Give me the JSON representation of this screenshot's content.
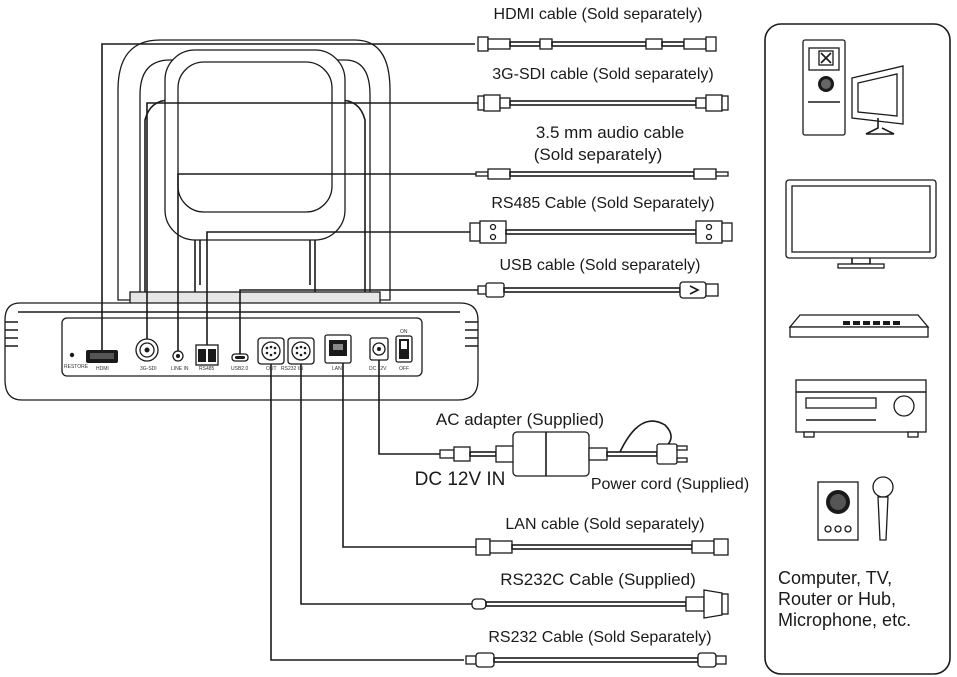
{
  "cables": {
    "hdmi": "HDMI cable (Sold separately)",
    "sdi": "3G-SDI cable (Sold separately)",
    "audio_line1": "3.5 mm audio cable",
    "audio_line2": "(Sold separately)",
    "rs485": "RS485 Cable (Sold Separately)",
    "usb": "USB cable (Sold separately)",
    "ac_adapter": "AC adapter (Supplied)",
    "dc_in": "DC 12V IN",
    "power_cord": "Power cord (Supplied)",
    "lan": "LAN cable (Sold separately)",
    "rs232c": "RS232C Cable (Supplied)",
    "rs232": "RS232 Cable (Sold Separately)"
  },
  "ports": {
    "restore": "RESTORE",
    "hdmi": "HDMI",
    "sdi": "3G-SDI",
    "line_in": "LINE IN",
    "rs485": "RS485",
    "usb": "USB2.0",
    "rs232_out": "OUT",
    "rs232_label": "RS232",
    "rs232_in": "IN",
    "lan": "LAN",
    "dc": "DC 12V",
    "on": "ON",
    "off": "OFF"
  },
  "devices": {
    "line1": "Computer, TV,",
    "line2": "Router or Hub,",
    "line3": "Microphone, etc.",
    "icons": [
      "computer-icon",
      "tv-icon",
      "router-icon",
      "receiver-icon",
      "microphone-icon"
    ]
  }
}
